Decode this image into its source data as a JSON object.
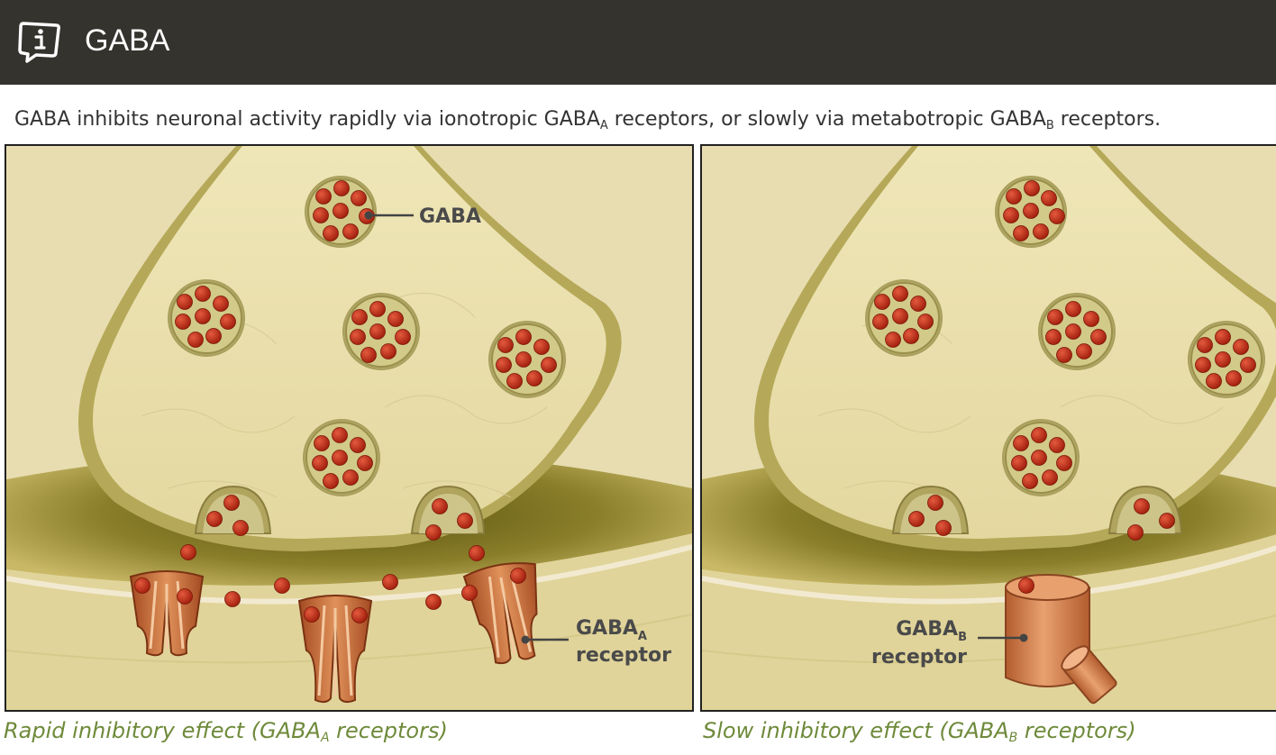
{
  "header": {
    "title": "GABA",
    "icon": "info-speech-icon",
    "background_color": "#35332d"
  },
  "description": {
    "part1": "GABA inhibits neuronal activity rapidly via ionotropic GABA",
    "sub1": "A",
    "part2": " receptors, or slowly via metabotropic GABA",
    "sub2": "B",
    "part3": " receptors."
  },
  "left_panel": {
    "gaba_label": "GABA",
    "receptor_label_main": "GABA",
    "receptor_label_sub": "A",
    "receptor_label_line2": "receptor",
    "caption_main": "Rapid inhibitory effect (GABA",
    "caption_sub": "A",
    "caption_end": " receptors)"
  },
  "right_panel": {
    "receptor_label_main": "GABA",
    "receptor_label_sub": "B",
    "receptor_label_line2": "receptor",
    "caption_main": "Slow inhibitory effect (GABA",
    "caption_sub": "B",
    "caption_end": " receptors)"
  },
  "colors": {
    "caption_green": "#6e8a3a",
    "vesicle_red": "#b52a14",
    "receptor_orange": "#c8683a"
  }
}
